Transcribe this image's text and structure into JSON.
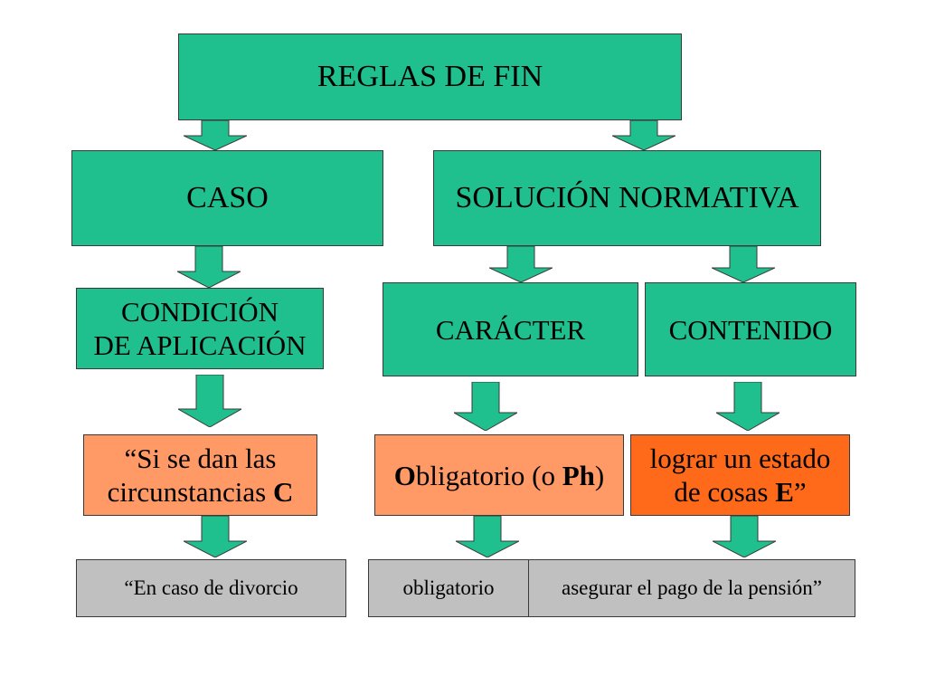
{
  "colors": {
    "green": "#1fc08e",
    "salmon": "#ff9966",
    "orange": "#ff6a1a",
    "grey": "#c0c0c0"
  },
  "root": {
    "label": "REGLAS DE FIN"
  },
  "level1": {
    "caso": "CASO",
    "solucion": "SOLUCIÓN NORMATIVA"
  },
  "level2": {
    "condicion_line1": "CONDICIÓN",
    "condicion_line2": "DE APLICACIÓN",
    "caracter": "CARÁCTER",
    "contenido": "CONTENIDO"
  },
  "level3": {
    "si_line1": "“Si se dan las",
    "si_line2_text": "circunstancias  ",
    "si_line2_bold": "C",
    "oblig_bold1": "O",
    "oblig_text1": "bligatorio (o ",
    "oblig_bold2": "Ph",
    "oblig_text2": ")",
    "lograr_line1": "lograr un estado",
    "lograr_line2_text": "de cosas ",
    "lograr_line2_bold": "E",
    "lograr_line2_end": "”"
  },
  "level4": {
    "divorcio": "“En caso de divorcio",
    "obligatorio": "obligatorio",
    "pension": "asegurar el pago de la pensión”"
  }
}
